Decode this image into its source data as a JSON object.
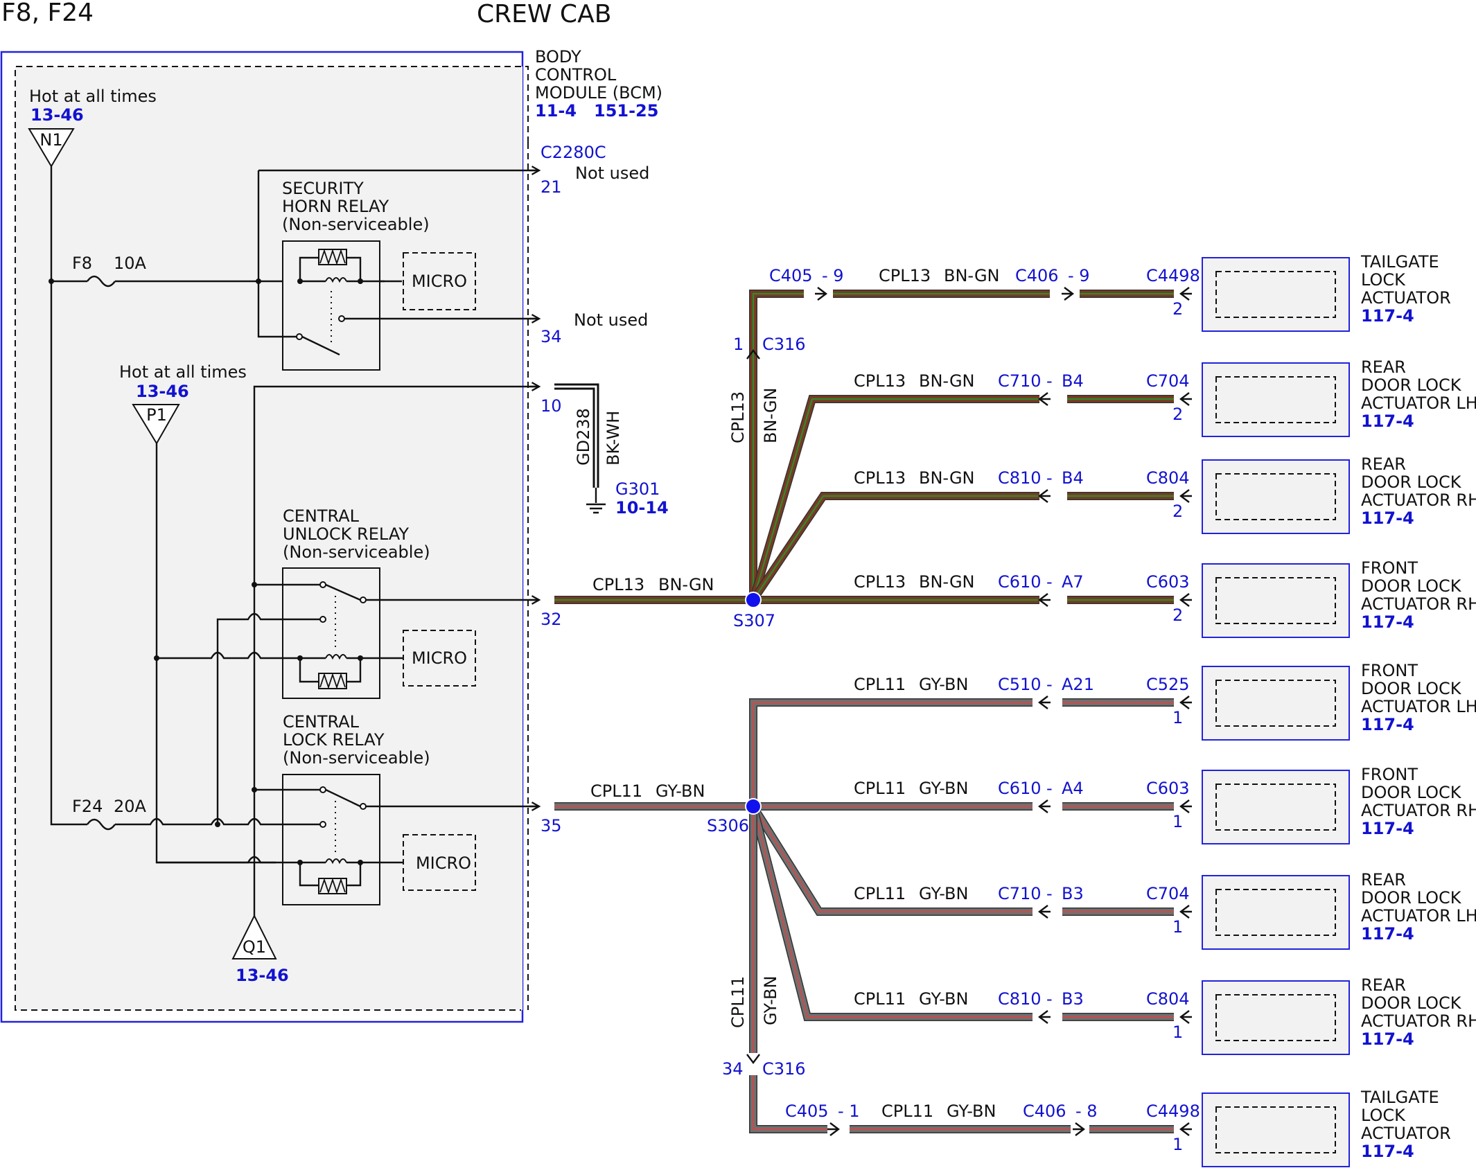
{
  "header": {
    "left": "F8, F24",
    "center": "CREW CAB"
  },
  "colors": {
    "brown_wire": "#7a3b22",
    "green_stripe": "#2f8a2f",
    "gray_wire": "#707070",
    "red_stripe": "#c94c4c",
    "connector_text": "#1212d0",
    "bcm_border": "#2222dd",
    "splice": "#1111ee"
  },
  "bcm": {
    "label": [
      "BODY",
      "CONTROL",
      "MODULE (BCM)"
    ],
    "refs": [
      "11-4",
      "151-25"
    ],
    "connector": "C2280C",
    "pins": [
      {
        "pin": "21",
        "note": "Not used"
      },
      {
        "pin": "34",
        "note": "Not used"
      },
      {
        "pin": "10",
        "note": ""
      },
      {
        "pin": "32",
        "note": ""
      },
      {
        "pin": "35",
        "note": ""
      }
    ]
  },
  "power": {
    "hot_n1": {
      "label": "Hot at all times",
      "ref": "13-46",
      "node": "N1"
    },
    "hot_p1": {
      "label": "Hot at all times",
      "ref": "13-46",
      "node": "P1"
    },
    "q1": {
      "node": "Q1",
      "ref": "13-46"
    },
    "fuse_f8": {
      "name": "F8",
      "rating": "10A"
    },
    "fuse_f24": {
      "name": "F24",
      "rating": "20A"
    }
  },
  "relays": {
    "security": {
      "lines": [
        "SECURITY",
        "HORN RELAY",
        "(Non-serviceable)"
      ]
    },
    "unlock": {
      "lines": [
        "CENTRAL",
        "UNLOCK RELAY",
        "(Non-serviceable)"
      ]
    },
    "lock": {
      "lines": [
        "CENTRAL",
        "LOCK RELAY",
        "(Non-serviceable)"
      ]
    },
    "micro": "MICRO"
  },
  "ground": {
    "circuit": "GD238",
    "color": "BK-WH",
    "point": "G301",
    "ref": "10-14"
  },
  "splices": {
    "s307": "S307",
    "s306": "S306",
    "c316": "C316",
    "c316_pin_top": "1",
    "c316_pin_bottom": "34"
  },
  "trunk_labels": {
    "top": {
      "circuit": "CPL13",
      "color": "BN-GN"
    },
    "bottom": {
      "circuit": "CPL11",
      "color": "GY-BN"
    }
  },
  "main_wires": {
    "pin32": {
      "circuit": "CPL13",
      "color": "BN-GN"
    },
    "pin35": {
      "circuit": "CPL11",
      "color": "GY-BN"
    }
  },
  "branches": [
    {
      "circuit": "CPL13",
      "color": "BN-GN",
      "inline": "C405",
      "inline_pin": "9",
      "inline2": "C406",
      "inline2_pin": "9",
      "conn": "C4498",
      "pin": "2",
      "name": [
        "TAILGATE",
        "LOCK",
        "ACTUATOR"
      ],
      "ref": "117-4"
    },
    {
      "circuit": "CPL13",
      "color": "BN-GN",
      "inline": "C710",
      "inline_pin": "B4",
      "conn": "C704",
      "pin": "2",
      "name": [
        "REAR",
        "DOOR LOCK",
        "ACTUATOR LH"
      ],
      "ref": "117-4"
    },
    {
      "circuit": "CPL13",
      "color": "BN-GN",
      "inline": "C810",
      "inline_pin": "B4",
      "conn": "C804",
      "pin": "2",
      "name": [
        "REAR",
        "DOOR LOCK",
        "ACTUATOR RH"
      ],
      "ref": "117-4"
    },
    {
      "circuit": "CPL13",
      "color": "BN-GN",
      "inline": "C610",
      "inline_pin": "A7",
      "conn": "C603",
      "pin": "2",
      "name": [
        "FRONT",
        "DOOR LOCK",
        "ACTUATOR RH"
      ],
      "ref": "117-4"
    },
    {
      "circuit": "CPL11",
      "color": "GY-BN",
      "inline": "C510",
      "inline_pin": "A21",
      "conn": "C525",
      "pin": "1",
      "name": [
        "FRONT",
        "DOOR LOCK",
        "ACTUATOR LH"
      ],
      "ref": "117-4"
    },
    {
      "circuit": "CPL11",
      "color": "GY-BN",
      "inline": "C610",
      "inline_pin": "A4",
      "conn": "C603",
      "pin": "1",
      "name": [
        "FRONT",
        "DOOR LOCK",
        "ACTUATOR RH"
      ],
      "ref": "117-4"
    },
    {
      "circuit": "CPL11",
      "color": "GY-BN",
      "inline": "C710",
      "inline_pin": "B3",
      "conn": "C704",
      "pin": "1",
      "name": [
        "REAR",
        "DOOR LOCK",
        "ACTUATOR LH"
      ],
      "ref": "117-4"
    },
    {
      "circuit": "CPL11",
      "color": "GY-BN",
      "inline": "C810",
      "inline_pin": "B3",
      "conn": "C804",
      "pin": "1",
      "name": [
        "REAR",
        "DOOR LOCK",
        "ACTUATOR RH"
      ],
      "ref": "117-4"
    },
    {
      "circuit": "CPL11",
      "color": "GY-BN",
      "inline": "C405",
      "inline_pin": "1",
      "inline2": "C406",
      "inline2_pin": "8",
      "conn": "C4498",
      "pin": "1",
      "name": [
        "TAILGATE",
        "LOCK",
        "ACTUATOR"
      ],
      "ref": "117-4"
    }
  ]
}
